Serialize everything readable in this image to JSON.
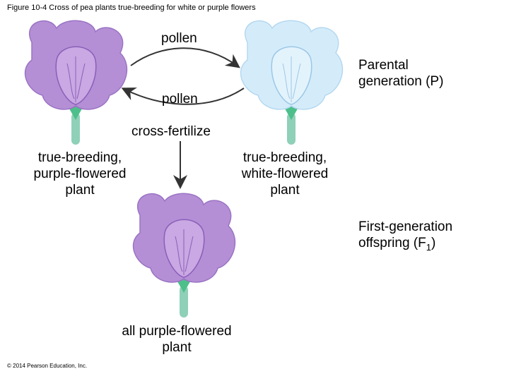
{
  "figure_caption": "Figure 10-4 Cross of pea plants true-breeding for white or purple flowers",
  "arrow_top_label": "pollen",
  "arrow_bottom_label": "pollen",
  "parental_generation_label": [
    "Parental",
    "generation (P)"
  ],
  "cross_label": "cross-fertilize",
  "purple_parent_label": [
    "true-breeding,",
    "purple-flowered",
    "plant"
  ],
  "white_parent_label": [
    "true-breeding,",
    "white-flowered",
    "plant"
  ],
  "f1_label": {
    "line1": "First-generation",
    "line2_prefix": "offspring (F",
    "line2_sub": "1",
    "line2_suffix": ")"
  },
  "offspring_label": [
    "all purple-flowered",
    "plant"
  ],
  "copyright": "© 2014 Pearson Education, Inc.",
  "colors": {
    "purple_petal": "#b58fd6",
    "purple_dark": "#8a5fb8",
    "white_petal": "#d4ecfa",
    "white_dark": "#9cc7e6",
    "sepal": "#4dbf8a",
    "stem": "#8fd0b8",
    "arrow": "#333333"
  }
}
